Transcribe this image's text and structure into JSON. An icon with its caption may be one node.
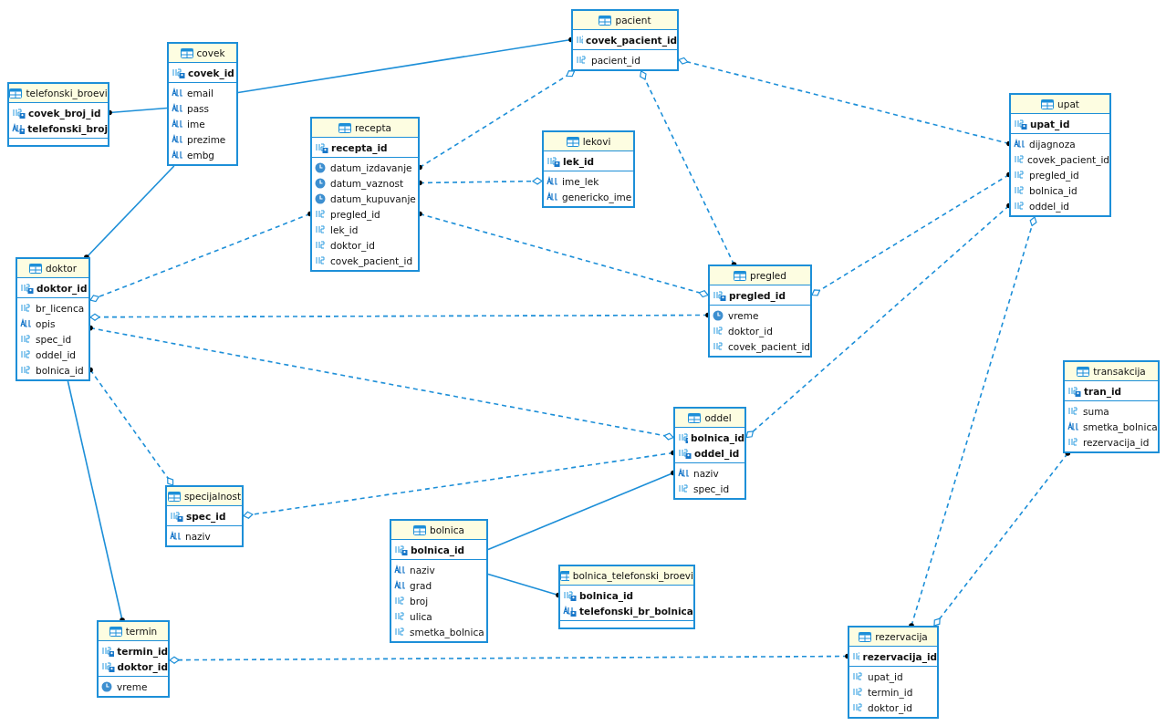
{
  "diagram": {
    "nodes": [
      {
        "text": [
          "pacient",
          "covek_pacient_id",
          "pacient_id"
        ]
      },
      {
        "text": [
          "covek",
          "covek_id",
          "email",
          "pass",
          "ime",
          "prezime",
          "embg"
        ]
      },
      {
        "text": [
          "telefonski_broevi",
          "covek_broj_id",
          "telefonski_broj"
        ]
      },
      {
        "text": [
          "recepta",
          "recepta_id",
          "datum_izdavanje",
          "datum_vaznost",
          "datum_kupuvanje",
          "pregled_id",
          "lek_id",
          "doktor_id",
          "covek_pacient_id"
        ]
      },
      {
        "text": [
          "lekovi",
          "lek_id",
          "ime_lek",
          "genericko_ime"
        ]
      },
      {
        "text": [
          "upat",
          "upat_id",
          "dijagnoza",
          "covek_pacient_id",
          "pregled_id",
          "bolnica_id",
          "oddel_id"
        ]
      },
      {
        "text": [
          "doktor",
          "doktor_id",
          "br_licenca",
          "opis",
          "spec_id",
          "oddel_id",
          "bolnica_id"
        ]
      },
      {
        "text": [
          "pregled",
          "pregled_id",
          "vreme",
          "doktor_id",
          "covek_pacient_id"
        ]
      },
      {
        "text": [
          "transakcija",
          "tran_id",
          "suma",
          "smetka_bolnica",
          "rezervacija_id"
        ]
      },
      {
        "text": [
          "oddel",
          "bolnica_id",
          "oddel_id",
          "naziv",
          "spec_id"
        ]
      },
      {
        "text": [
          "specijalnost",
          "spec_id",
          "naziv"
        ]
      },
      {
        "text": [
          "bolnica",
          "bolnica_id",
          "naziv",
          "grad",
          "broj",
          "ulica",
          "smetka_bolnica"
        ]
      },
      {
        "text": [
          "bolnica_telefonski_broevi",
          "bolnica_id",
          "telefonski_br_bolnica"
        ]
      },
      {
        "text": [
          "termin",
          "termin_id",
          "doktor_id",
          "vreme"
        ]
      },
      {
        "text": [
          "rezervacija",
          "rezervacija_id",
          "upat_id",
          "termin_id",
          "doktor_id"
        ]
      }
    ],
    "edges": [
      {
        "from": 0,
        "to": 1,
        "arrow": "other"
      },
      {
        "from": 2,
        "to": 1,
        "arrow": "other"
      },
      {
        "from": 3,
        "to": 0,
        "arrow": "other",
        "style": "dashed"
      },
      {
        "from": 7,
        "to": 0,
        "arrow": "other",
        "style": "dashed"
      },
      {
        "from": 5,
        "to": 0,
        "arrow": "other",
        "style": "dashed"
      },
      {
        "from": 3,
        "to": 4,
        "arrow": "other",
        "style": "dashed"
      },
      {
        "from": 6,
        "to": 1,
        "arrow": "other"
      },
      {
        "from": 3,
        "to": 6,
        "arrow": "other",
        "style": "dashed"
      },
      {
        "from": 3,
        "to": 7,
        "arrow": "other",
        "style": "dashed"
      },
      {
        "from": 5,
        "to": 7,
        "arrow": "other",
        "style": "dashed"
      },
      {
        "from": 7,
        "to": 6,
        "arrow": "other",
        "style": "dashed"
      },
      {
        "from": 6,
        "to": 9,
        "arrow": "other",
        "style": "dashed"
      },
      {
        "from": 6,
        "to": 10,
        "arrow": "other",
        "style": "dashed"
      },
      {
        "from": 5,
        "to": 9,
        "arrow": "other",
        "style": "dashed"
      },
      {
        "from": 14,
        "to": 5,
        "arrow": "other",
        "style": "dashed"
      },
      {
        "from": 9,
        "to": 10,
        "arrow": "other",
        "style": "dashed"
      },
      {
        "from": 9,
        "to": 11,
        "arrow": "other"
      },
      {
        "from": 12,
        "to": 11,
        "arrow": "other"
      },
      {
        "from": 13,
        "to": 6,
        "arrow": "other"
      },
      {
        "from": 14,
        "to": 13,
        "arrow": "other",
        "style": "dashed"
      },
      {
        "from": 8,
        "to": 14,
        "arrow": "other",
        "style": "dashed"
      }
    ]
  }
}
